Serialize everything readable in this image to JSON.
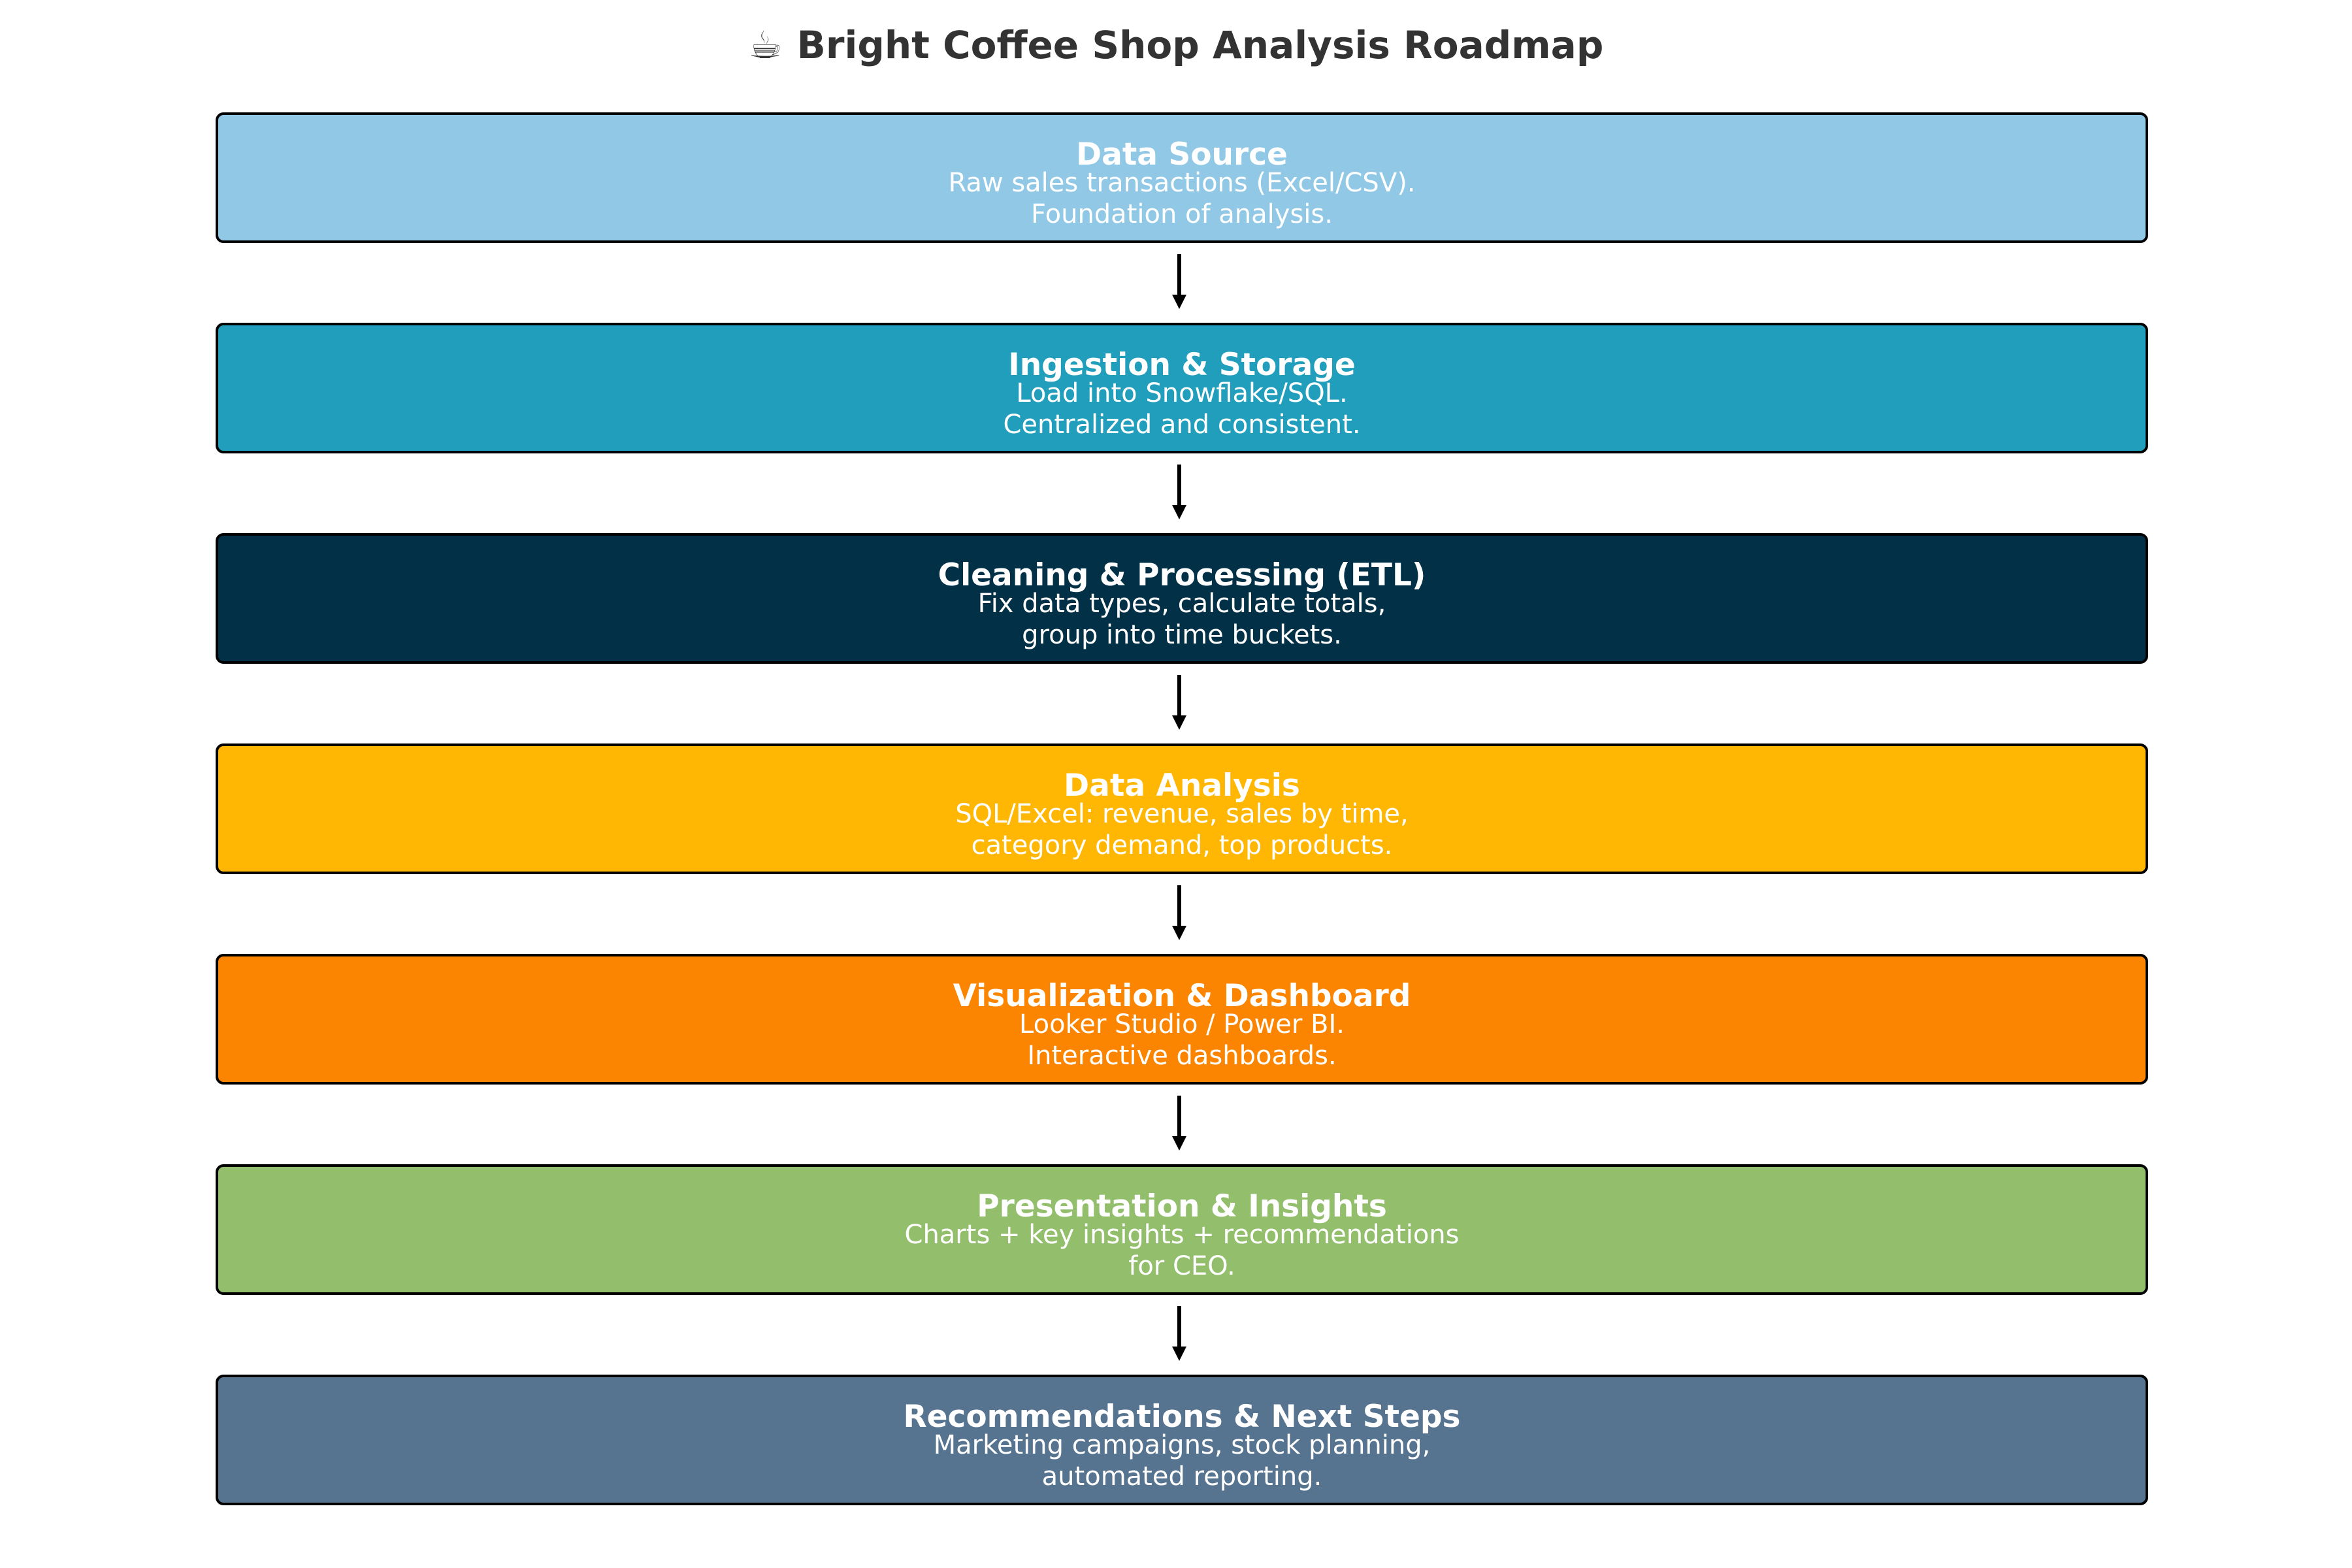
{
  "title": {
    "icon": "coffee-cup-icon",
    "icon_glyph": "☕",
    "text": "Bright Coffee Shop Analysis Roadmap"
  },
  "steps": [
    {
      "title": "Data Source",
      "desc": [
        "Raw sales transactions (Excel/CSV).",
        "Foundation of analysis."
      ],
      "color": "#90C8E6"
    },
    {
      "title": "Ingestion & Storage",
      "desc": [
        "Load into Snowflake/SQL.",
        "Centralized and consistent."
      ],
      "color": "#219EBC"
    },
    {
      "title": "Cleaning & Processing (ETL)",
      "desc": [
        "Fix data types, calculate totals,",
        "group into time buckets."
      ],
      "color": "#023047"
    },
    {
      "title": "Data Analysis",
      "desc": [
        "SQL/Excel: revenue, sales by time,",
        "category demand, top products."
      ],
      "color": "#FFB703"
    },
    {
      "title": "Visualization & Dashboard",
      "desc": [
        "Looker Studio / Power BI.",
        "Interactive dashboards."
      ],
      "color": "#FB8500"
    },
    {
      "title": "Presentation & Insights",
      "desc": [
        "Charts + key insights + recommendations",
        "for CEO."
      ],
      "color": "#93BF6D"
    },
    {
      "title": "Recommendations & Next Steps",
      "desc": [
        "Marketing campaigns, stock planning,",
        "automated reporting."
      ],
      "color": "#56738F"
    }
  ],
  "arrow_color": "#000000"
}
